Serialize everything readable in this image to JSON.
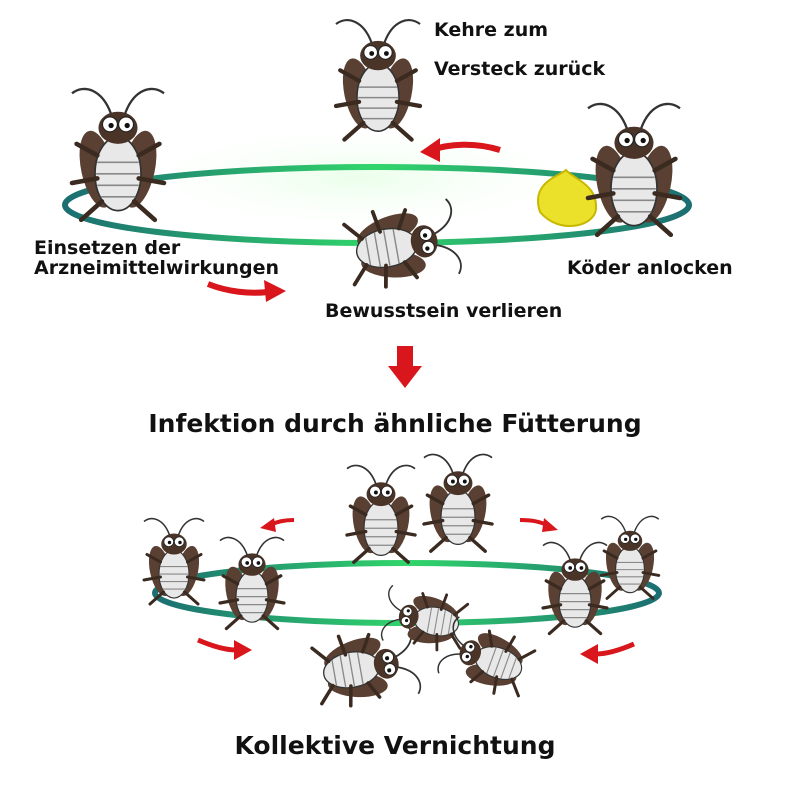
{
  "stage1": {
    "labels": {
      "return_line1": "Kehre zum",
      "return_line2": "Versteck zurück",
      "drug_line1": "Einsetzen der",
      "drug_line2": "Arzneimittelwirkungen",
      "bait": "Köder anlocken",
      "unconscious": "Bewusstsein verlieren"
    }
  },
  "stage2": {
    "title": "Infektion durch ähnliche Fütterung"
  },
  "stage3": {
    "title": "Kollektive Vernichtung"
  },
  "colors": {
    "arrow": "#d8161b",
    "ring_outer": "#16776f",
    "ring_inner": "#2ed06a",
    "bait": "#ece12a",
    "roach_body": "#4a3428",
    "roach_belly": "#e9e9e9",
    "text": "#111111"
  },
  "icons": [
    "cockroach-icon",
    "bait-blob-icon",
    "arrow-icon",
    "down-arrow-icon"
  ]
}
